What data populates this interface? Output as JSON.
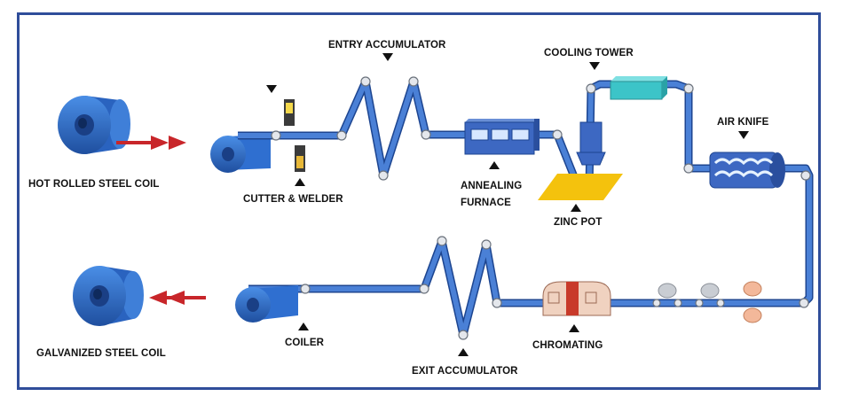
{
  "labels": {
    "hot_coil": "HOT ROLLED STEEL COIL",
    "cutter": "CUTTER & WELDER",
    "entry_acc": "ENTRY ACCUMULATOR",
    "annealing_1": "ANNEALING",
    "annealing_2": "FURNACE",
    "cooling": "COOLING TOWER",
    "zinc": "ZINC POT",
    "air_knife": "AIR KNIFE",
    "chromating": "CHROMATING",
    "exit_acc": "EXIT ACCUMULATOR",
    "coiler": "COILER",
    "galv_coil": "GALVANIZED STEEL COIL"
  },
  "colors": {
    "frame": "#2f4d9a",
    "strip": "#3a6fc4",
    "strip_edge": "#1d4590",
    "coil": "#2f6fd0",
    "arrow": "#c8262a",
    "zinc_pot": "#f4c20d",
    "cooling": "#3cc4c8",
    "chromating": "#f0d2c0",
    "chromating_band": "#c83a2a",
    "roller": "#c9cdd3"
  }
}
